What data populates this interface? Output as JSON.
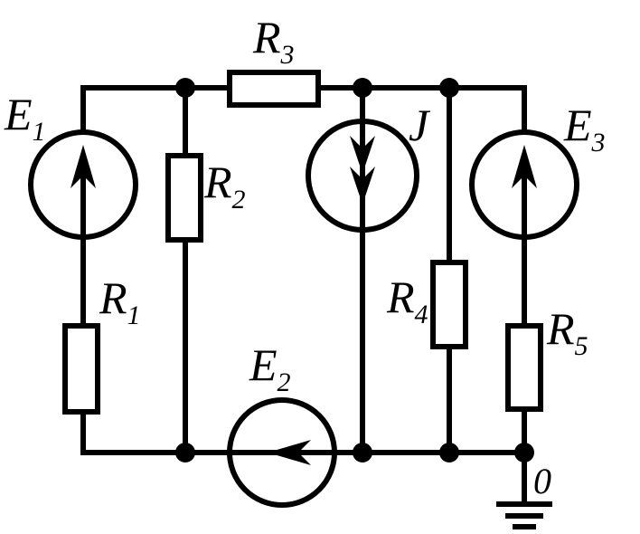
{
  "labels": {
    "E1": {
      "main": "E",
      "sub": "1"
    },
    "E2": {
      "main": "E",
      "sub": "2"
    },
    "E3": {
      "main": "E",
      "sub": "3"
    },
    "R1": {
      "main": "R",
      "sub": "1"
    },
    "R2": {
      "main": "R",
      "sub": "2"
    },
    "R3": {
      "main": "R",
      "sub": "3"
    },
    "R4": {
      "main": "R",
      "sub": "4"
    },
    "R5": {
      "main": "R",
      "sub": "5"
    },
    "J": "J",
    "ground_node": "0"
  }
}
